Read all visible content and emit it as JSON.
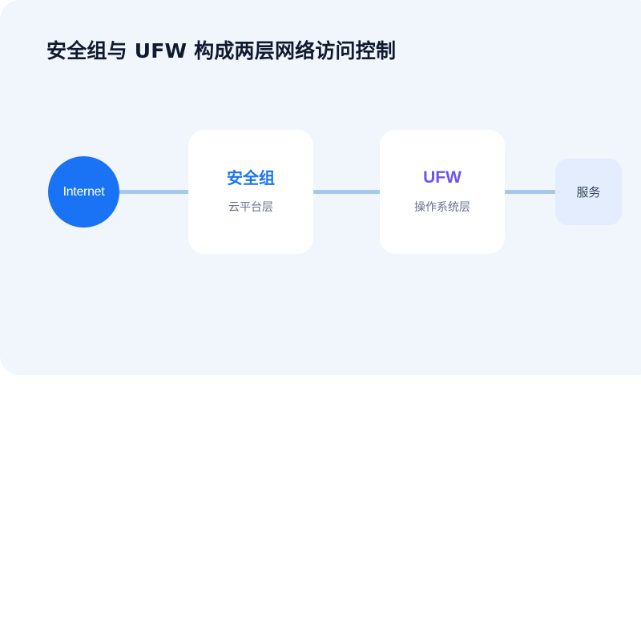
{
  "title": "安全组与 UFW 构成两层网络访问控制",
  "nodes": {
    "internet": {
      "label": "Internet"
    },
    "security_group": {
      "label": "安全组",
      "sublabel": "云平台层"
    },
    "ufw": {
      "label": "UFW",
      "sublabel": "操作系统层"
    },
    "service": {
      "label": "服务"
    }
  },
  "colors": {
    "internet": "#1a73f5",
    "security_group": "#1a73f5",
    "ufw": "#6b55f0",
    "connector": "#a9c6ef",
    "panel": "#f1f6fd"
  }
}
